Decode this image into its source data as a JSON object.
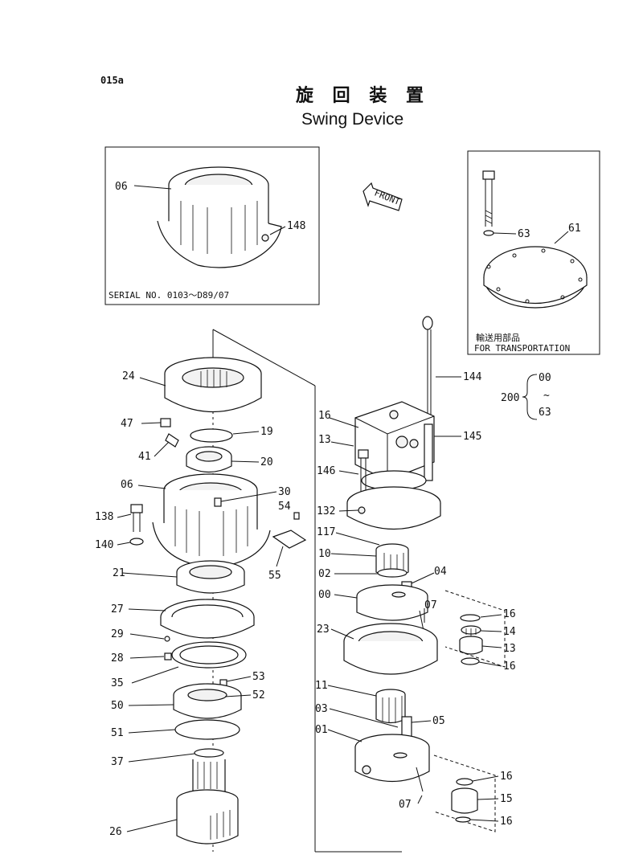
{
  "page_code": "015a",
  "title_jp": "旋 回 装 置",
  "title_en": "Swing Device",
  "inset_serial": "SERIAL NO. 0103～D89/07",
  "inset_transport_jp": "輸送用部品",
  "inset_transport_en": "FOR TRANSPORTATION",
  "front_label": "FRONT",
  "group_200": {
    "label": "200",
    "from": "00",
    "tilde": "~",
    "to": "63"
  },
  "labels": {
    "l06a": "06",
    "l148": "148",
    "l63": "63",
    "l61": "61",
    "l24": "24",
    "l47": "47",
    "l19": "19",
    "l41": "41",
    "l20": "20",
    "l06b": "06",
    "l30": "30",
    "l54": "54",
    "l138": "138",
    "l140": "140",
    "l55": "55",
    "l21": "21",
    "l27": "27",
    "l29": "29",
    "l28": "28",
    "l35": "35",
    "l53": "53",
    "l52": "52",
    "l50": "50",
    "l51": "51",
    "l37": "37",
    "l26": "26",
    "l144": "144",
    "l16a": "16",
    "l13a": "13",
    "l145": "145",
    "l146": "146",
    "l132": "132",
    "l117": "117",
    "l10": "10",
    "l02": "02",
    "l04": "04",
    "l00": "00",
    "l07a": "07",
    "l16b": "16",
    "l14": "14",
    "l13b": "13",
    "l16c": "16",
    "l23": "23",
    "l11": "11",
    "l03": "03",
    "l05": "05",
    "l01": "01",
    "l16d": "16",
    "l15": "15",
    "l07b": "07",
    "l16e": "16"
  }
}
